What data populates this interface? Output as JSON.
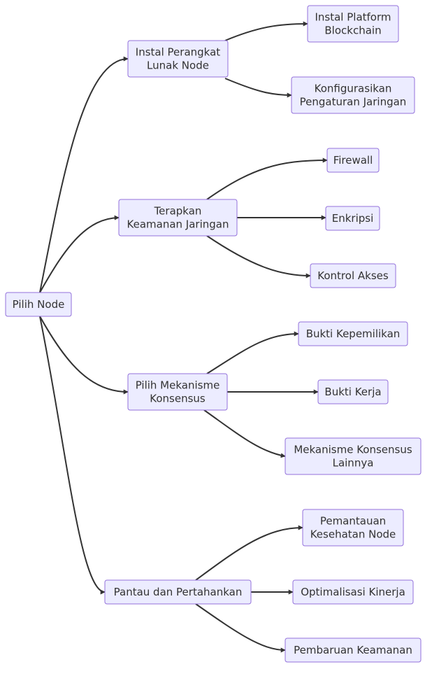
{
  "diagram": {
    "nodes": [
      {
        "id": "root",
        "label": [
          "Pilih Node"
        ]
      },
      {
        "id": "install",
        "label": [
          "Instal Perangkat",
          "Lunak Node"
        ]
      },
      {
        "id": "security",
        "label": [
          "Terapkan",
          "Keamanan Jaringan"
        ]
      },
      {
        "id": "consensus",
        "label": [
          "Pilih Mekanisme",
          "Konsensus"
        ]
      },
      {
        "id": "monitor",
        "label": [
          "Pantau dan Pertahankan"
        ]
      },
      {
        "id": "platform",
        "label": [
          "Instal Platform",
          "Blockchain"
        ]
      },
      {
        "id": "network",
        "label": [
          "Konfigurasikan",
          "Pengaturan Jaringan"
        ]
      },
      {
        "id": "firewall",
        "label": [
          "Firewall"
        ]
      },
      {
        "id": "encrypt",
        "label": [
          "Enkripsi"
        ]
      },
      {
        "id": "access",
        "label": [
          "Kontrol Akses"
        ]
      },
      {
        "id": "pos",
        "label": [
          "Bukti Kepemilikan"
        ]
      },
      {
        "id": "pow",
        "label": [
          "Bukti Kerja"
        ]
      },
      {
        "id": "other",
        "label": [
          "Mekanisme Konsensus",
          "Lainnya"
        ]
      },
      {
        "id": "health",
        "label": [
          "Pemantauan",
          "Kesehatan Node"
        ]
      },
      {
        "id": "perf",
        "label": [
          "Optimalisasi Kinerja"
        ]
      },
      {
        "id": "update",
        "label": [
          "Pembaruan Keamanan"
        ]
      }
    ],
    "edges": [
      [
        "root",
        "install"
      ],
      [
        "root",
        "security"
      ],
      [
        "root",
        "consensus"
      ],
      [
        "root",
        "monitor"
      ],
      [
        "install",
        "platform"
      ],
      [
        "install",
        "network"
      ],
      [
        "security",
        "firewall"
      ],
      [
        "security",
        "encrypt"
      ],
      [
        "security",
        "access"
      ],
      [
        "consensus",
        "pos"
      ],
      [
        "consensus",
        "pow"
      ],
      [
        "consensus",
        "other"
      ],
      [
        "monitor",
        "health"
      ],
      [
        "monitor",
        "perf"
      ],
      [
        "monitor",
        "update"
      ]
    ]
  }
}
